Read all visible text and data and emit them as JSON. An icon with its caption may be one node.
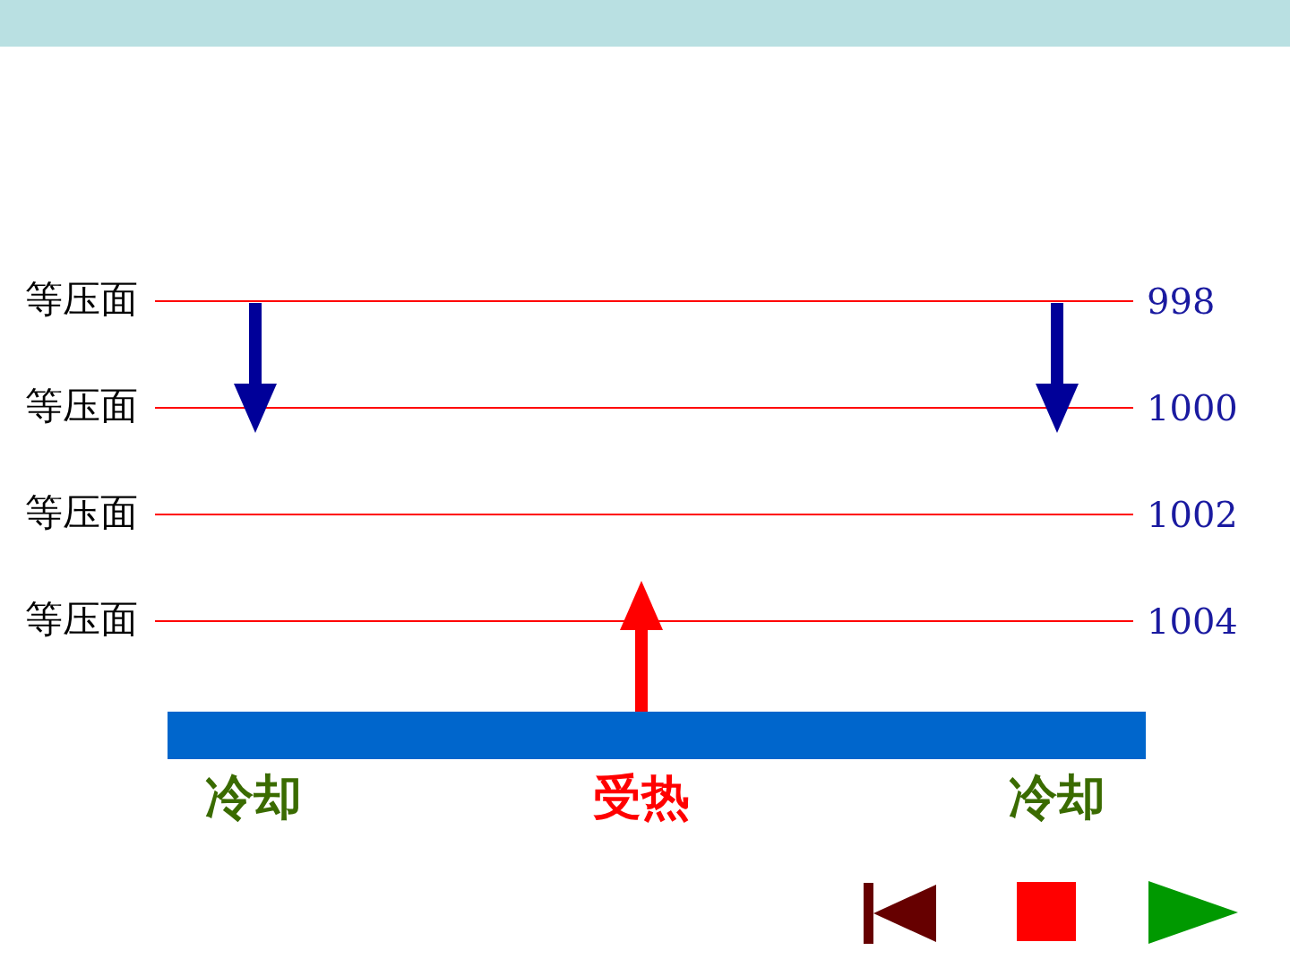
{
  "diagram": {
    "nodes": [
      {
        "text": [
          "等压面"
        ],
        "beside": [
          "998"
        ]
      },
      {
        "text": [
          "等压面"
        ],
        "beside": [
          "1000"
        ]
      },
      {
        "text": [
          "等压面"
        ],
        "beside": [
          "1002"
        ]
      },
      {
        "text": [
          "等压面"
        ],
        "beside": [
          "1004"
        ]
      },
      {
        "text": [],
        "shape": "bar",
        "beside": [
          "冷却",
          "受热",
          "冷却"
        ]
      }
    ],
    "edges": [
      {
        "from": 0,
        "to": 1,
        "arrow": "to"
      },
      {
        "from": 0,
        "to": 1,
        "arrow": "to"
      },
      {
        "from": 4,
        "to": 3,
        "arrow": "to",
        "color": "#ff0000"
      }
    ]
  }
}
